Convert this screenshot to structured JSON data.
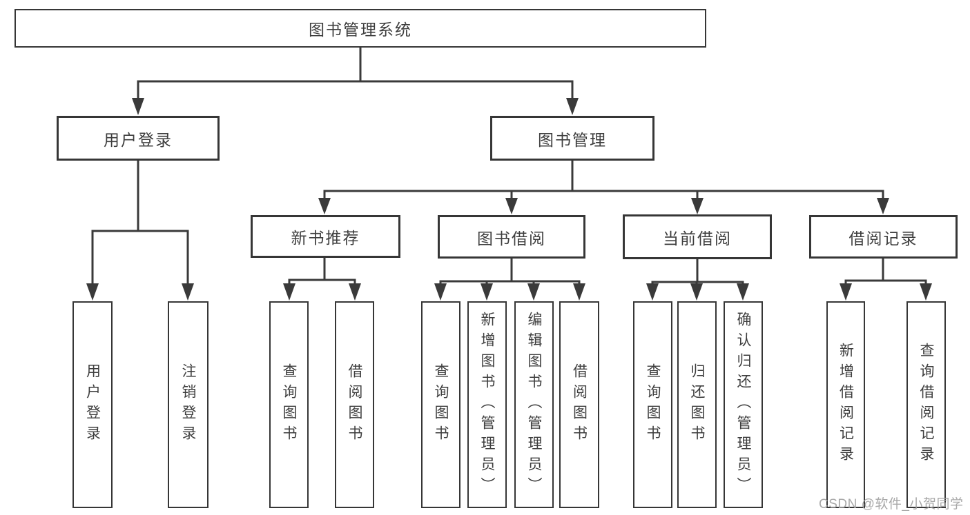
{
  "diagram": {
    "root": "图书管理系统",
    "level2": [
      "用户登录",
      "图书管理"
    ],
    "level3": [
      "新书推荐",
      "图书借阅",
      "当前借阅",
      "借阅记录"
    ],
    "leaves": {
      "user_login": [
        "用户登录",
        "注销登录"
      ],
      "new_books": [
        "查询图书",
        "借阅图书"
      ],
      "book_borrow": [
        "查询图书",
        "新增图书（管理员）",
        "编辑图书（管理员）",
        "借阅图书"
      ],
      "current_borrow": [
        "查询图书",
        "归还图书",
        "确认归还（管理员）"
      ],
      "borrow_records": [
        "新增借阅记录",
        "查询借阅记录"
      ]
    }
  },
  "watermark": "CSDN @软件_小贺同学",
  "colors": {
    "background": "#ffffff",
    "box_border": "#363636",
    "connector_line": "#3a3a3a",
    "text": "#3e3e3e",
    "watermark_text": "#a3a3a3"
  }
}
